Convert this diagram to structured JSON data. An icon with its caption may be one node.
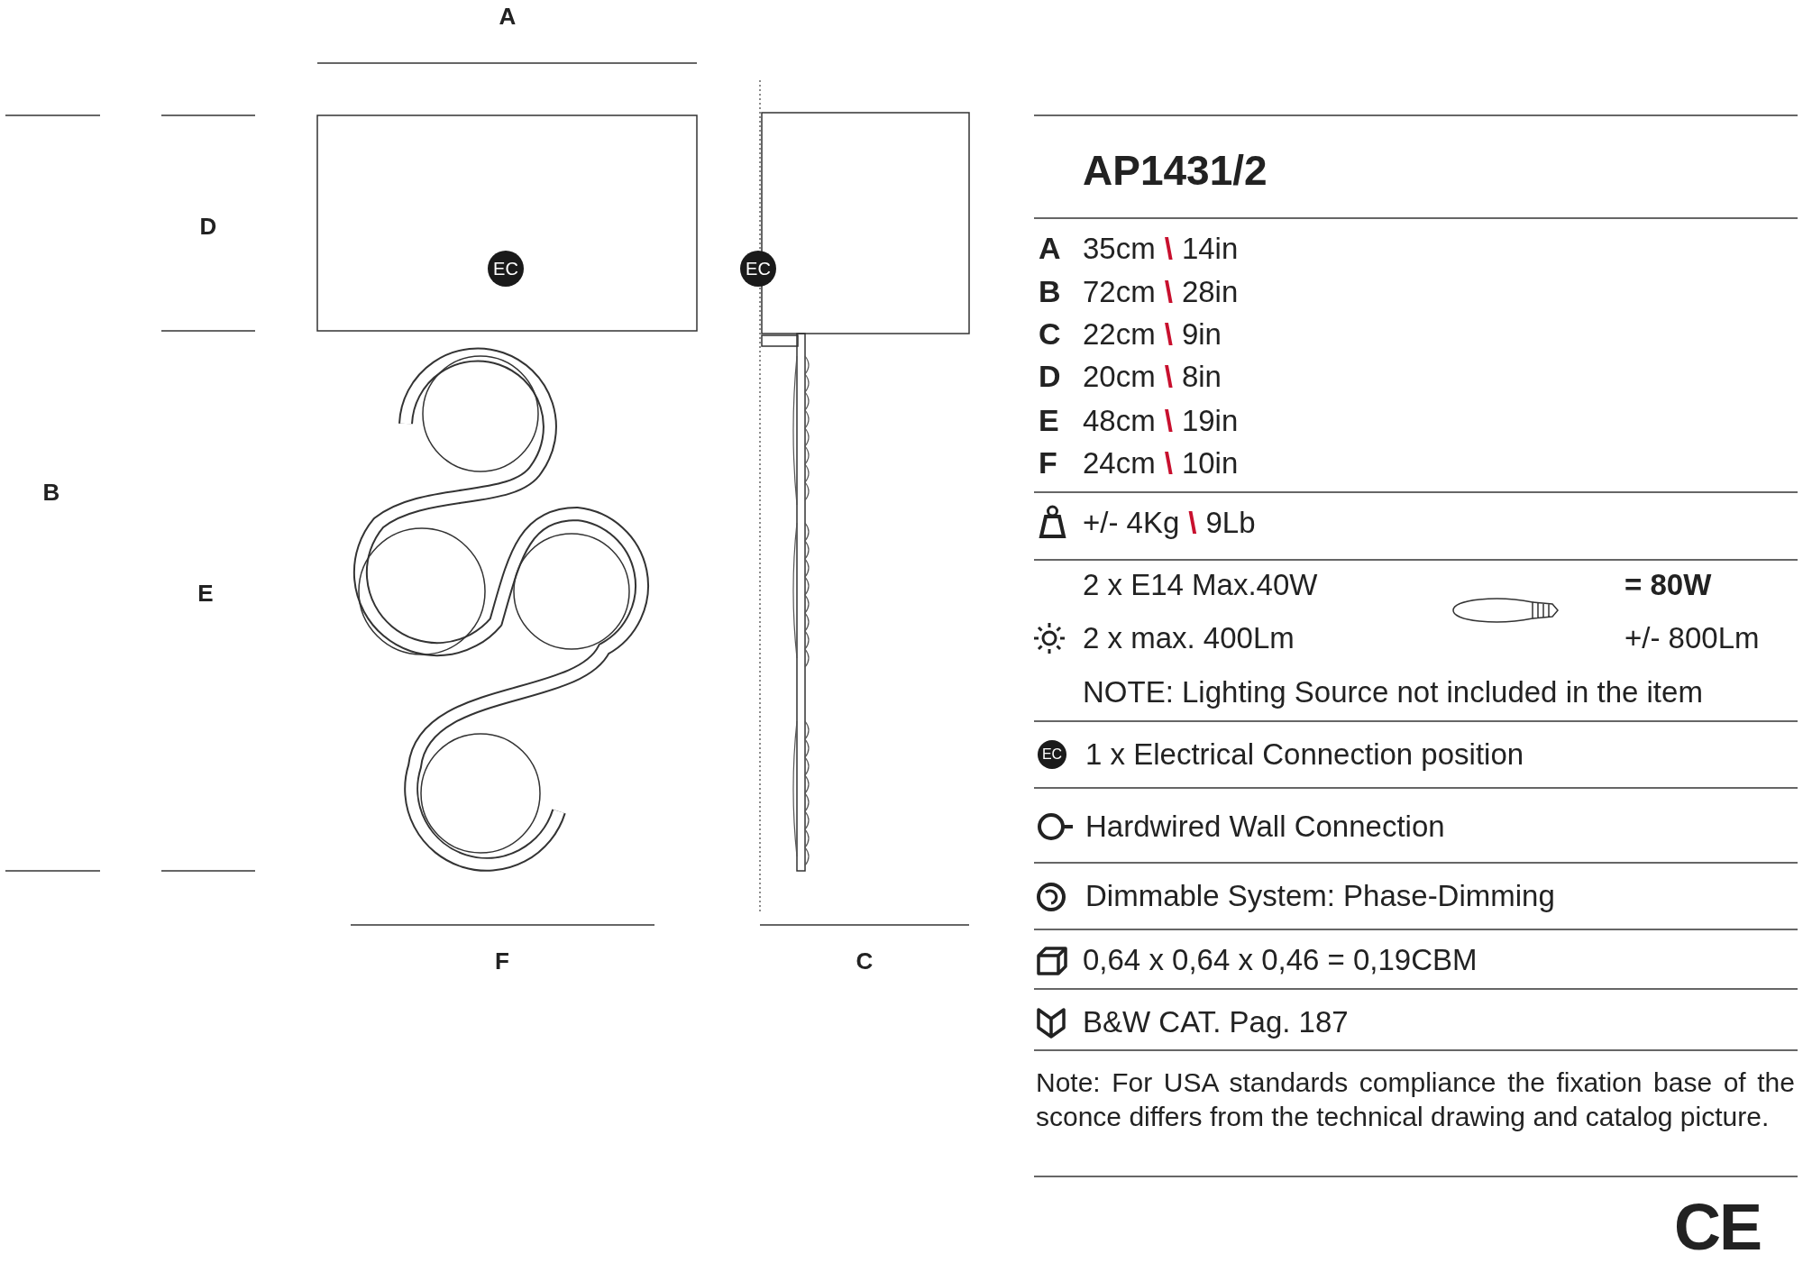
{
  "diagram": {
    "title": "AP1431/2",
    "labels": [
      "A",
      "D",
      "EC",
      "EC",
      "B",
      "E",
      "F",
      "C",
      "A",
      "35cm",
      "\\",
      "14in",
      "B",
      "72cm",
      "\\",
      "28in",
      "C",
      "22cm",
      "\\",
      "9in",
      "D",
      "20cm",
      "\\",
      "8in",
      "E",
      "48cm",
      "\\",
      "19in",
      "F",
      "24cm",
      "\\",
      "10in",
      "+/- 4Kg",
      "\\",
      "9Lb",
      "2 x E14 Max.40W",
      "= 80W",
      "2 x max. 400Lm",
      "+/- 800Lm",
      "NOTE: Lighting Source not included in the item",
      "EC",
      "1 x Electrical Connection position",
      "Hardwired Wall Connection",
      "Dimmable System: Phase-Dimming",
      "0,64 x 0,64 x 0,46 = 0,19CBM",
      "B&W CAT. Pag. 187",
      "Note: For USA standards compliance the fixation base of the sconce differs from the technical drawing and catalog picture.",
      "CE"
    ]
  }
}
